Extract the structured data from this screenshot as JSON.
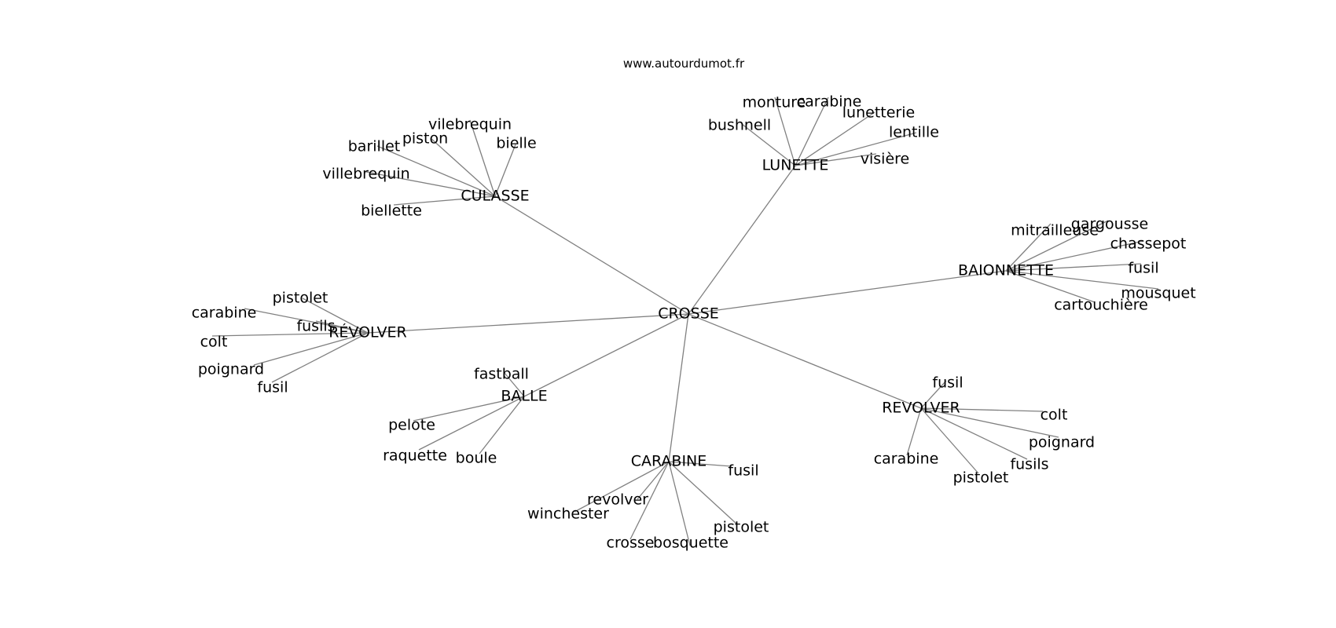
{
  "site": "www.autourdumot.fr",
  "colors": {
    "edge": "#808080",
    "text": "#000000",
    "background": "#ffffff"
  },
  "graph": {
    "center": "CROSSE",
    "hubs": [
      {
        "id": "culasse",
        "label": "CULASSE",
        "leaves": [
          "vilebrequin",
          "piston",
          "barillet",
          "bielle",
          "villebrequin",
          "biellette"
        ]
      },
      {
        "id": "lunette",
        "label": "LUNETTE",
        "leaves": [
          "monture",
          "carabine",
          "lunetterie",
          "bushnell",
          "lentille",
          "visière"
        ]
      },
      {
        "id": "baionnette",
        "label": "BAIONNETTE",
        "leaves": [
          "mitrailleuse",
          "gargousse",
          "chassepot",
          "fusil",
          "mousquet",
          "cartouchière"
        ]
      },
      {
        "id": "revolver-accent",
        "label": "RÉVOLVER",
        "leaves": [
          "pistolet",
          "carabine",
          "fusils",
          "colt",
          "poignard",
          "fusil"
        ]
      },
      {
        "id": "balle",
        "label": "BALLE",
        "leaves": [
          "fastball",
          "pelote",
          "raquette",
          "boule"
        ]
      },
      {
        "id": "carabine",
        "label": "CARABINE",
        "leaves": [
          "fusil",
          "revolver",
          "winchester",
          "pistolet",
          "crosse",
          "bosquette"
        ]
      },
      {
        "id": "revolver",
        "label": "REVOLVER",
        "leaves": [
          "fusil",
          "colt",
          "poignard",
          "fusils",
          "carabine",
          "pistolet"
        ]
      }
    ]
  }
}
